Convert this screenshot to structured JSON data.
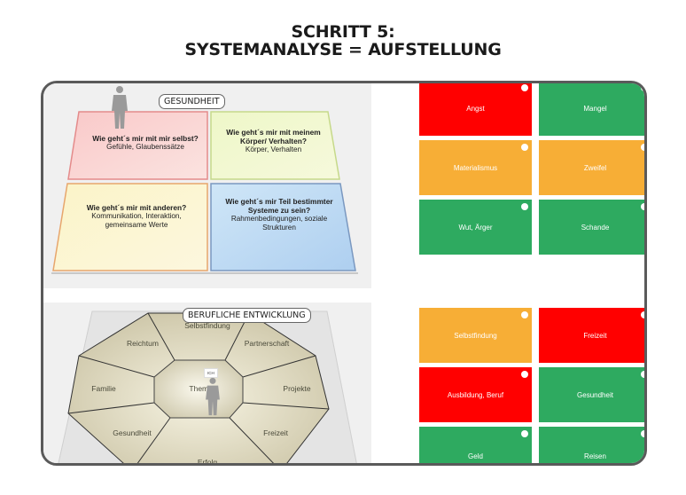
{
  "title": {
    "line1": "SCHRITT 5:",
    "line2": "SYSTEMANALYSE = AUFSTELLUNG"
  },
  "colors": {
    "red": "#ff0000",
    "green": "#2eaa60",
    "orange": "#f7ae36",
    "frame_border": "#5a5a5a"
  },
  "health_panel": {
    "label": "GESUNDHEIT",
    "quadrants": [
      {
        "title": "Wie geht´s mir mit mir selbst?",
        "subtitle": "Gefühle, Glaubenssätze",
        "color": "pink"
      },
      {
        "title": "Wie geht´s mir mit meinem Körper/ Verhalten?",
        "subtitle": "Körper, Verhalten",
        "color": "light-green"
      },
      {
        "title": "Wie geht´s mir mit anderen?",
        "subtitle": "Kommunikation, Interaktion, gemeinsame Werte",
        "color": "light-yellow"
      },
      {
        "title": "Wie geht´s mir Teil bestimmter Systeme zu sein?",
        "subtitle": "Rahmenbedingungen, soziale Strukturen",
        "color": "light-blue"
      }
    ]
  },
  "career_panel": {
    "label": "BERUFLICHE ENTWICKLUNG",
    "center_label": "Themen",
    "center_tag": "ICH",
    "segments": [
      "Selbstfindung",
      "Partnerschaft",
      "Projekte",
      "Freizeit",
      "Erfolg",
      "Gesundheit",
      "Familie",
      "Reichtum"
    ]
  },
  "tiles_top": [
    {
      "label": "Angst",
      "status": "red"
    },
    {
      "label": "Mangel",
      "status": "green"
    },
    {
      "label": "Materialismus",
      "status": "orange"
    },
    {
      "label": "Zweifel",
      "status": "orange"
    },
    {
      "label": "Wut, Ärger",
      "status": "green"
    },
    {
      "label": "Schande",
      "status": "green"
    }
  ],
  "tiles_bottom": [
    {
      "label": "Selbstfindung",
      "status": "orange"
    },
    {
      "label": "Freizeit",
      "status": "red"
    },
    {
      "label": "Ausbildung, Beruf",
      "status": "red"
    },
    {
      "label": "Gesundheit",
      "status": "green"
    },
    {
      "label": "Geld",
      "status": "green"
    },
    {
      "label": "Reisen",
      "status": "green"
    }
  ]
}
